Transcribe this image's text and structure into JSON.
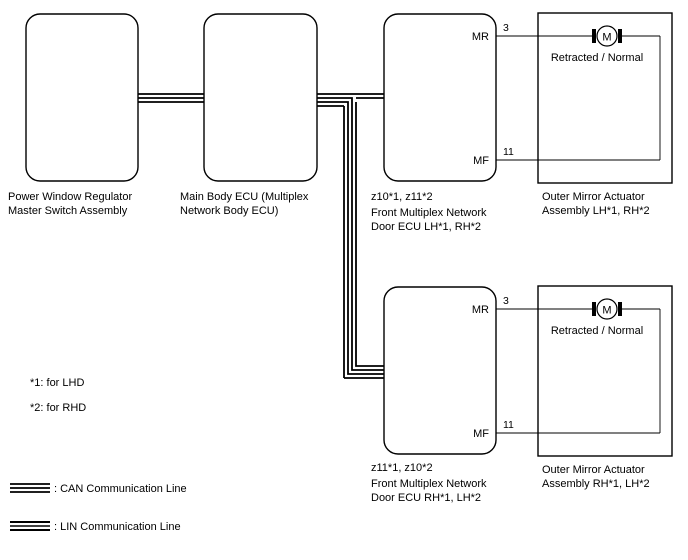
{
  "components": {
    "power_window_switch": {
      "label_line1": "Power Window Regulator",
      "label_line2": "Master Switch Assembly"
    },
    "main_body_ecu": {
      "label_line1": "Main Body ECU (Multiplex",
      "label_line2": "Network Body ECU)"
    },
    "front_door_ecu_1": {
      "connector": "z10*1, z11*2",
      "label_line1": "Front Multiplex Network",
      "label_line2": "Door ECU LH*1, RH*2",
      "terminal_top": "MR",
      "terminal_bottom": "MF"
    },
    "front_door_ecu_2": {
      "connector": "z11*1, z10*2",
      "label_line1": "Front Multiplex Network",
      "label_line2": "Door ECU RH*1, LH*2",
      "terminal_top": "MR",
      "terminal_bottom": "MF"
    },
    "mirror_actuator_1": {
      "label_line1": "Outer Mirror Actuator",
      "label_line2": "Assembly LH*1, RH*2",
      "motor_symbol": "M",
      "state": "Retracted / Normal",
      "pin_top": "3",
      "pin_bottom": "11"
    },
    "mirror_actuator_2": {
      "label_line1": "Outer Mirror Actuator",
      "label_line2": "Assembly RH*1, LH*2",
      "motor_symbol": "M",
      "state": "Retracted / Normal",
      "pin_top": "3",
      "pin_bottom": "11"
    }
  },
  "notes": {
    "note1": "*1: for LHD",
    "note2": "*2: for RHD"
  },
  "legend": {
    "can": ": CAN Communication Line",
    "lin": ": LIN Communication Line"
  }
}
